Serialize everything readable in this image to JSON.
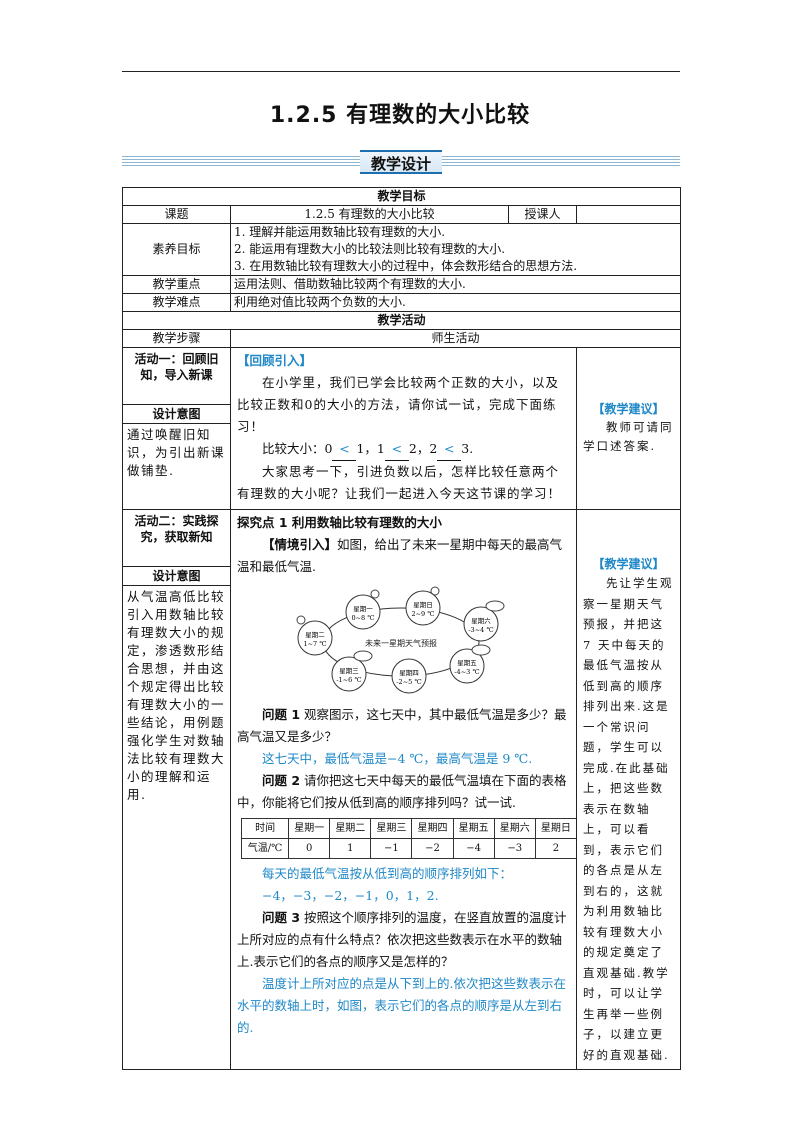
{
  "title": "1.2.5 有理数的大小比较",
  "band_label": "教学设计",
  "objectives_header": "教学目标",
  "course_label": "课题",
  "course_value": "1.2.5 有理数的大小比较",
  "teacher_label": "授课人",
  "teacher_value": "",
  "literacy_label": "素养目标",
  "literacy_items": [
    "1.  理解并能运用数轴比较有理数的大小.",
    "2.  能运用有理数大小的比较法则比较有理数的大小.",
    "3.  在用数轴比较有理数大小的过程中，体会数形结合的思想方法."
  ],
  "focus_label": "教学重点",
  "focus_value": "运用法则、借助数轴比较两个有理数的大小.",
  "difficulty_label": "教学难点",
  "difficulty_value": "利用绝对值比较两个负数的大小.",
  "activities_header": "教学活动",
  "steps_label": "教学步骤",
  "teacher_student_label": "师生活动",
  "activity1": {
    "name": "活动一：回顾旧知，导入新课",
    "intent_label": "设计意图",
    "intent": "通过唤醒旧知识，为引出新课做铺垫.",
    "tag": "【回顾引入】",
    "p1": "在小学里，我们已学会比较两个正数的大小，以及比较正数和0的大小的方法，请你试一试，完成下面练习！",
    "compare_prefix": "比较大小：",
    "c1_l": "0",
    "c1_op": "<",
    "c1_r": "1，",
    "c2_l": "1",
    "c2_op": "<",
    "c2_r": "2，",
    "c3_l": "2",
    "c3_op": "<",
    "c3_r": "3.",
    "p2": "大家思考一下，引进负数以后，怎样比较任意两个有理数的大小呢？让我们一起进入今天这节课的学习！",
    "suggest_tag": "【教学建议】",
    "suggest": "教师可请同学口述答案."
  },
  "activity2": {
    "name": "活动二：实践探究，获取新知",
    "intent_label": "设计意图",
    "intent": "从气温高低比较引入用数轴比较有理数大小的规定，渗透数形结合思想，并由这个规定得出比较有理数大小的一些结论，用例题强化学生对数轴法比较有理数大小的理解和运用.",
    "explore_title": "探究点 1 利用数轴比较有理数的大小",
    "situation_tag": "【情境引入】",
    "situation": "如图，给出了未来一星期中每天的最高气温和最低气温.",
    "figure_caption": "未来一星期天气预报",
    "weather": [
      {
        "day": "星期一",
        "range": "0~8 ℃"
      },
      {
        "day": "星期日",
        "range": "2~9 ℃"
      },
      {
        "day": "星期六",
        "range": "-3~4 ℃"
      },
      {
        "day": "星期二",
        "range": "1~7 ℃"
      },
      {
        "day": "星期三",
        "range": "-1~6 ℃"
      },
      {
        "day": "星期四",
        "range": "-2~5 ℃"
      },
      {
        "day": "星期五",
        "range": "-4~3 ℃"
      }
    ],
    "q1_label": "问题 1",
    "q1": "观察图示，这七天中，其中最低气温是多少？最高气温又是多少？",
    "a1": "这七天中，最低气温是−4 ℃，最高气温是 9 ℃.",
    "q2_label": "问题 2",
    "q2": "请你把这七天中每天的最低气温填在下面的表格中，你能将它们按从低到高的顺序排列吗？试一试.",
    "table_head": [
      "时间",
      "星期一",
      "星期二",
      "星期三",
      "星期四",
      "星期五",
      "星期六",
      "星期日"
    ],
    "table_row": [
      "气温/℃",
      "0",
      "1",
      "−1",
      "−2",
      "−4",
      "−3",
      "2"
    ],
    "a2_line1": "每天的最低气温按从低到高的顺序排列如下：",
    "a2_line2": "−4，−3，−2，−1，0，1，2.",
    "q3_label": "问题 3",
    "q3": "按照这个顺序排列的温度，在竖直放置的温度计上所对应的点有什么特点？依次把这些数表示在水平的数轴上.表示它们的各点的顺序又是怎样的？",
    "a3": "温度计上所对应的点是从下到上的.依次把这些数表示在水平的数轴上时，如图，表示它们的各点的顺序是从左到右的.",
    "suggest_tag": "【教学建议】",
    "suggest": "先让学生观察一星期天气预报，并把这 7 天中每天的最低气温按从低到高的顺序排列出来.这是一个常识问题，学生可以完成.在此基础上，把这些数表示在数轴上，可以看到，表示它们的各点是从左到右的，这就为利用数轴比较有理数大小的规定奠定了直观基础.教学时，可以让学生再举一些例子，以建立更好的直观基础."
  }
}
